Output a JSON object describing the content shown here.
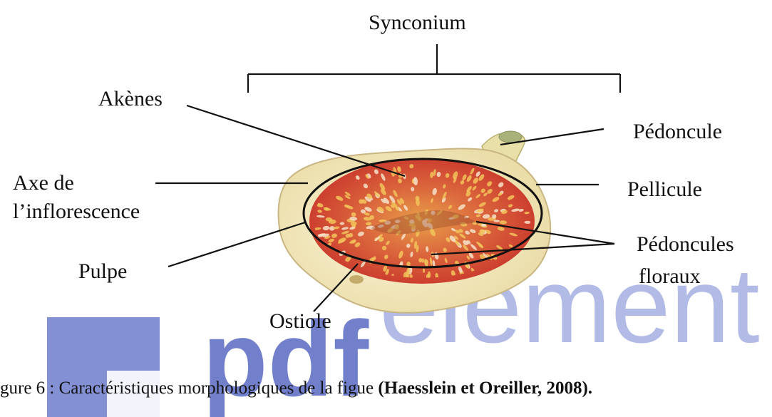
{
  "figure": {
    "labels": {
      "synconium": "Synconium",
      "akenes": "Akènes",
      "axe_line1": "Axe de",
      "axe_line2": "l’inflorescence",
      "pulpe": "Pulpe",
      "ostiole": "Ostiole",
      "pedoncule": "Pédoncule",
      "pellicule": "Pellicule",
      "pedoncules_floraux_line1": "Pédoncules",
      "pedoncules_floraux_line2": "floraux"
    },
    "caption": {
      "prefix": "gure 6 : Caractéristiques morphologiques de la figue ",
      "citation": "(Haesslein et Oreiller, 2008)."
    }
  },
  "watermark": {
    "brand_bold": "pdf",
    "brand_light": "element",
    "color_bold": "#5a6bc4",
    "color_light": "#8a97d8"
  },
  "colors": {
    "fig_skin": "#f6ecc4",
    "fig_skin_edge": "#c9b682",
    "fig_flesh": "#d9503b",
    "fig_seed": "#f2c35a",
    "stem": "#b8b070"
  }
}
